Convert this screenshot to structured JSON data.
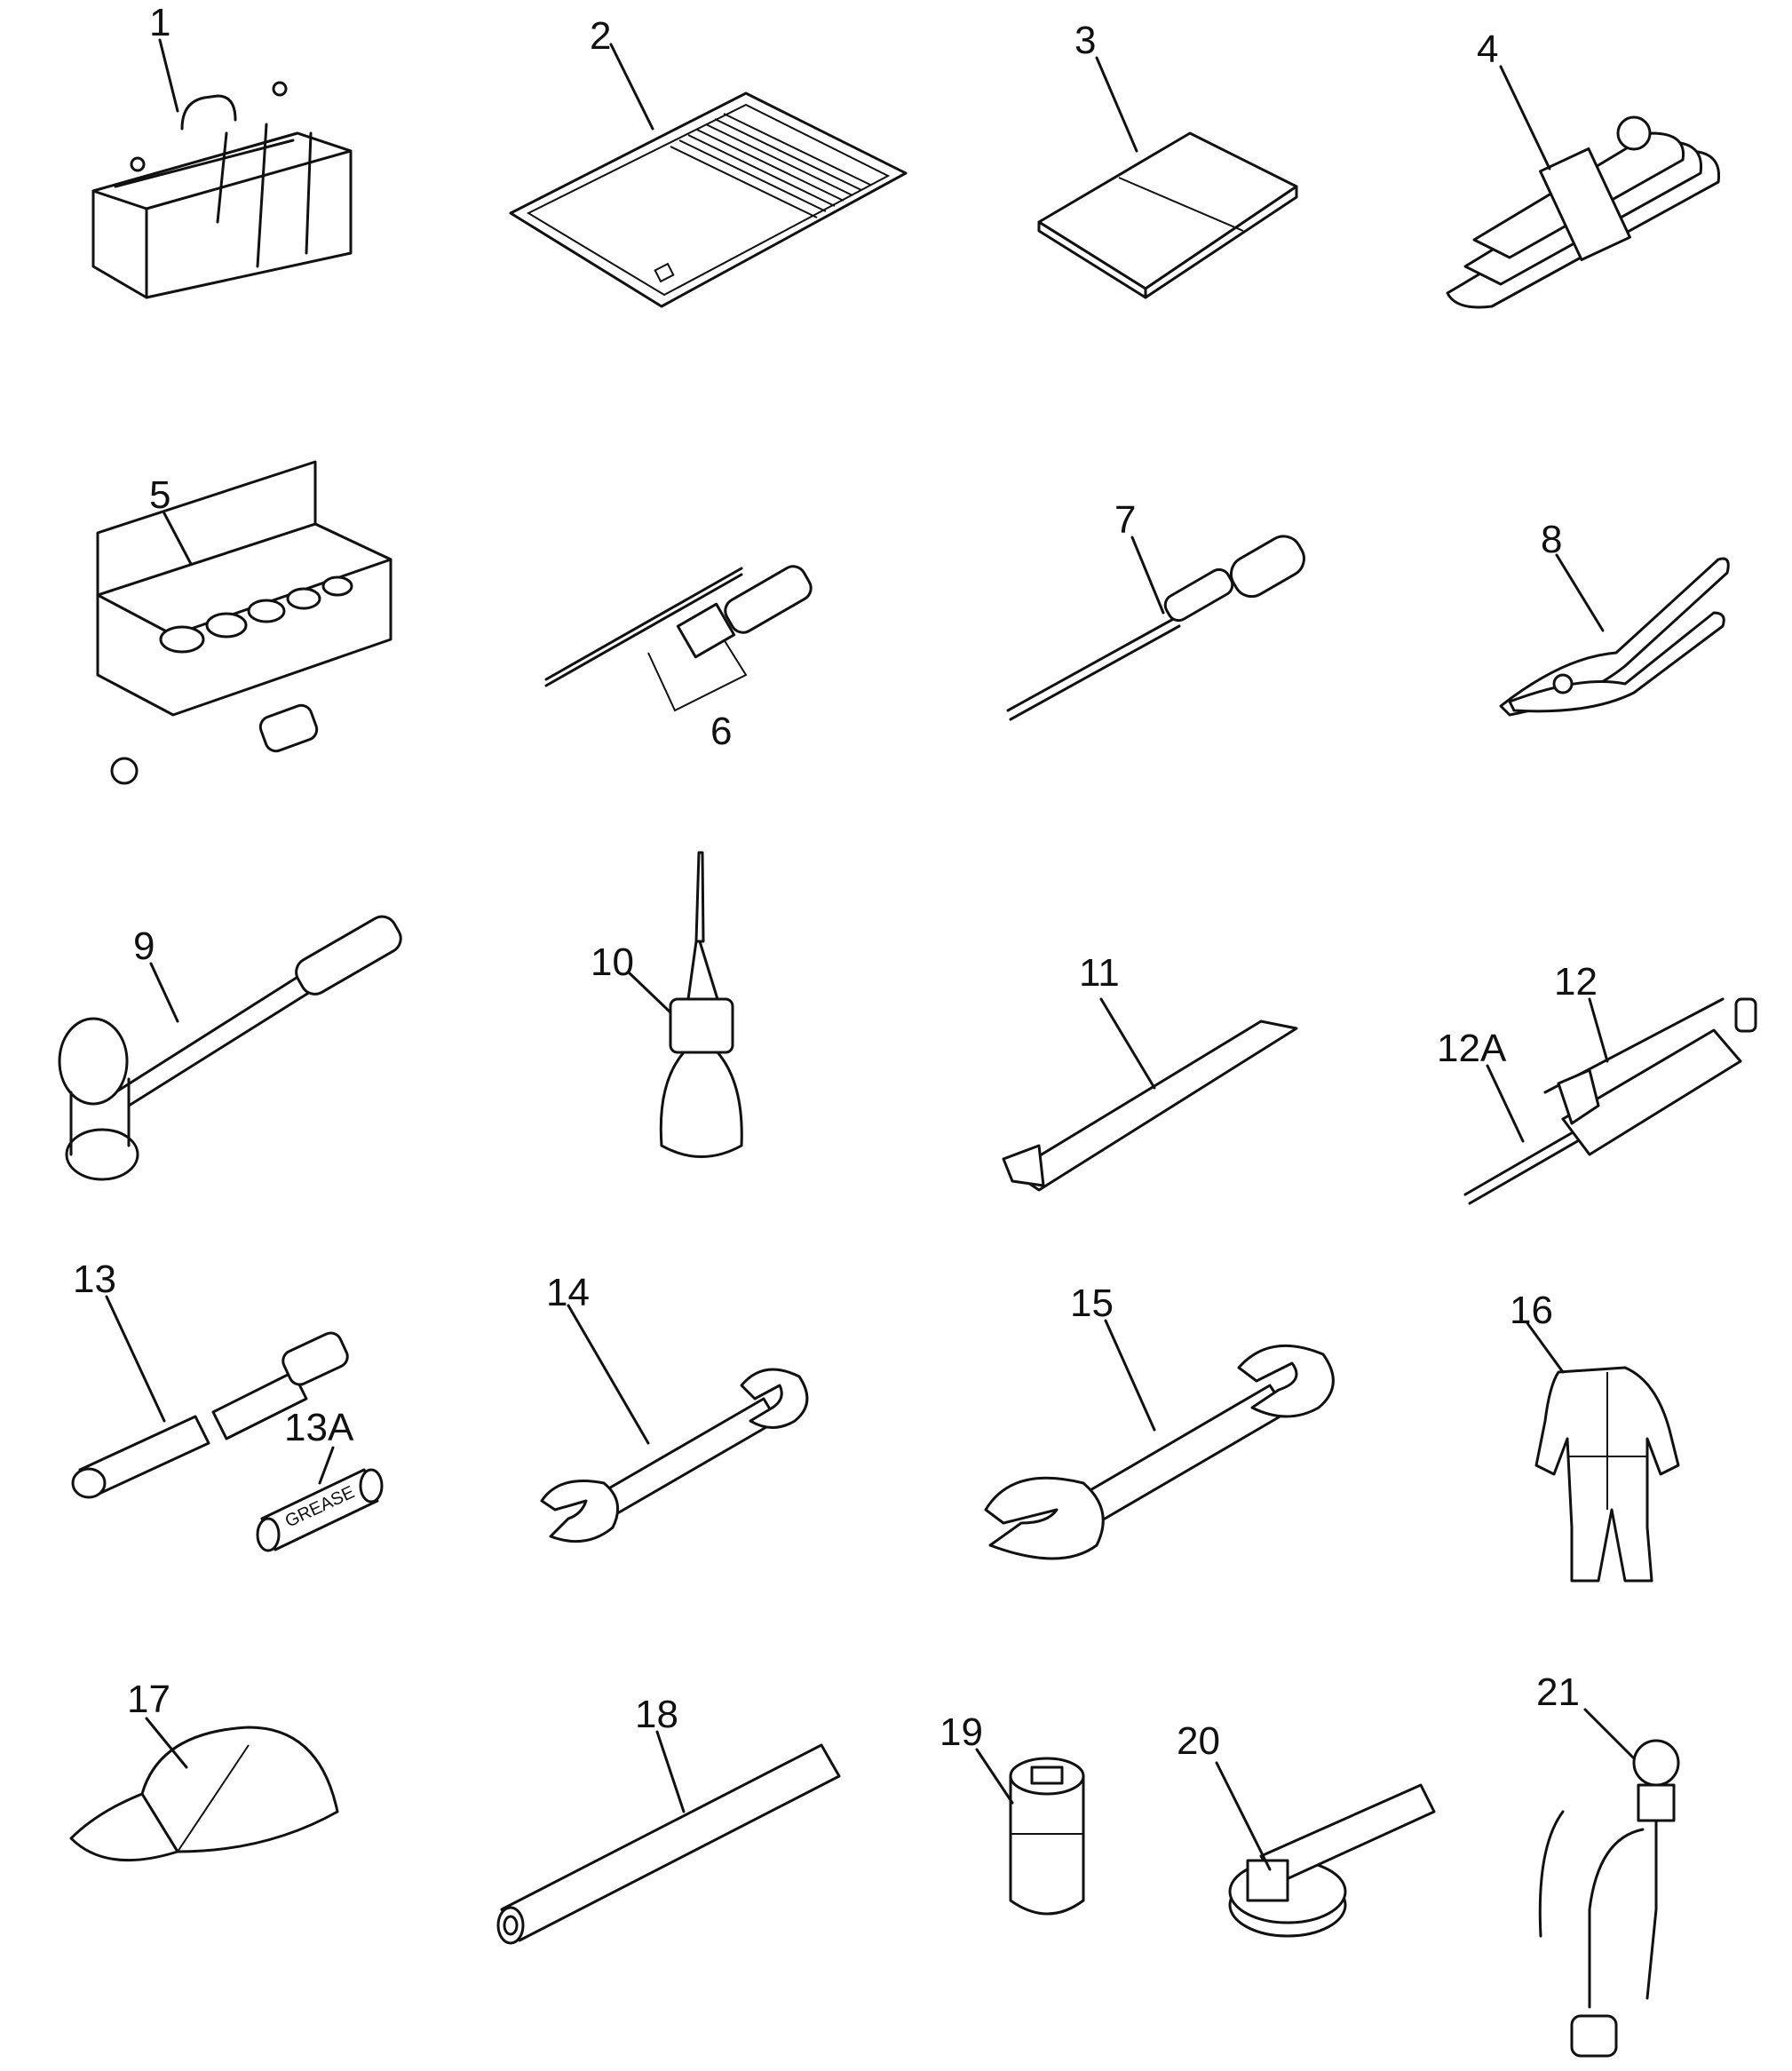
{
  "items": [
    {
      "label": "1",
      "name": "tool-bag"
    },
    {
      "label": "2",
      "name": "parts-sheet"
    },
    {
      "label": "3",
      "name": "manual-book"
    },
    {
      "label": "4",
      "name": "wrench-set"
    },
    {
      "label": "5",
      "name": "socket-set-box"
    },
    {
      "label": "6",
      "name": "screwdriver-set"
    },
    {
      "label": "7",
      "name": "screwdriver"
    },
    {
      "label": "8",
      "name": "pliers"
    },
    {
      "label": "9",
      "name": "hammer"
    },
    {
      "label": "10",
      "name": "oil-can"
    },
    {
      "label": "11",
      "name": "pry-bar"
    },
    {
      "label": "12",
      "name": "grease-gun"
    },
    {
      "label": "12A",
      "name": "grease-gun-nozzle"
    },
    {
      "label": "13",
      "name": "grease-pump"
    },
    {
      "label": "13A",
      "name": "grease-cartridge"
    },
    {
      "label": "14",
      "name": "wrench-small"
    },
    {
      "label": "15",
      "name": "wrench-large"
    },
    {
      "label": "16",
      "name": "coverall"
    },
    {
      "label": "17",
      "name": "cap"
    },
    {
      "label": "18",
      "name": "bar"
    },
    {
      "label": "19",
      "name": "socket"
    },
    {
      "label": "20",
      "name": "filter-wrench"
    },
    {
      "label": "21",
      "name": "air-gauge"
    }
  ],
  "labels": {
    "grease": "GREASE"
  }
}
